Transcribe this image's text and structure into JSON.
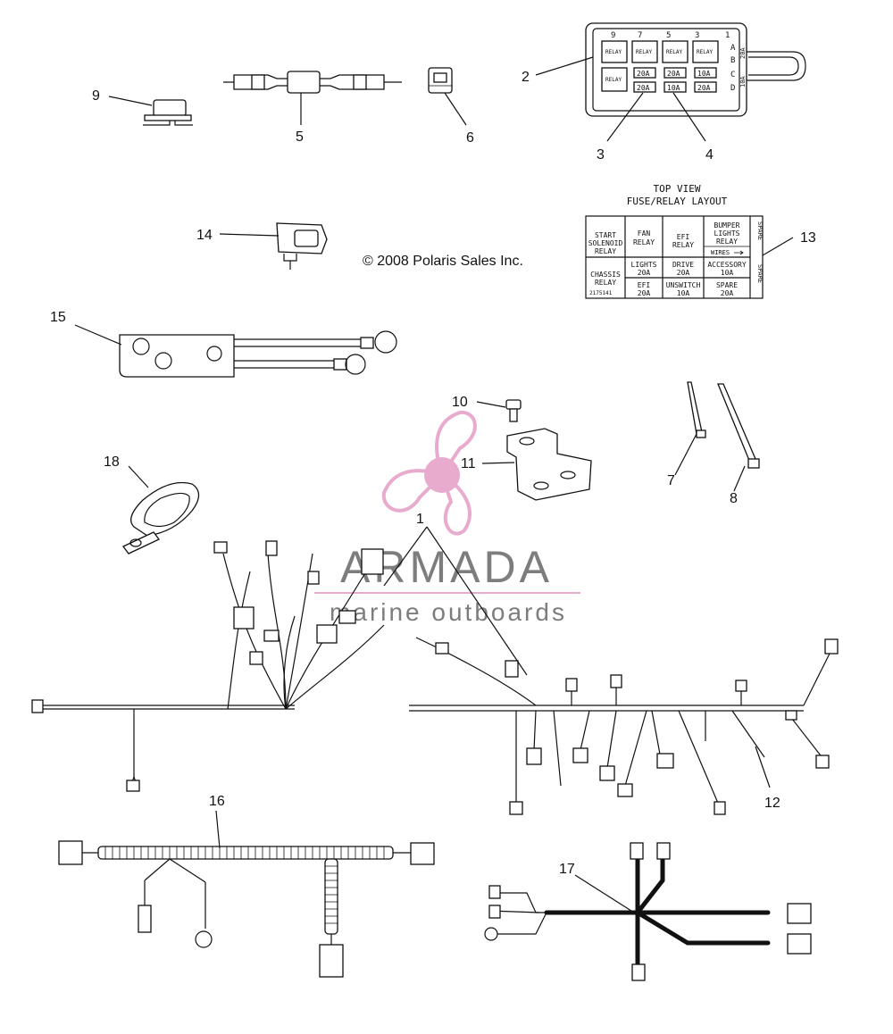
{
  "copyright": "© 2008 Polaris Sales Inc.",
  "watermark": {
    "brand": "ARMADA",
    "tagline": "marine outboards",
    "accent_color": "#e7a3c8",
    "brand_color": "#6f6f6f"
  },
  "callouts": [
    "1",
    "2",
    "3",
    "4",
    "5",
    "6",
    "7",
    "8",
    "9",
    "10",
    "11",
    "12",
    "13",
    "14",
    "15",
    "16",
    "17",
    "18"
  ],
  "fuse_box": {
    "top_numbers": [
      "9",
      "7",
      "5",
      "3",
      "1"
    ],
    "row_letters": [
      "A",
      "B",
      "C",
      "D"
    ],
    "relay_label": "RELAY",
    "fuses_row1": [
      "20A",
      "20A",
      "10A"
    ],
    "fuses_row2": [
      "20A",
      "10A",
      "20A"
    ],
    "side_labels": [
      "20A",
      "10A"
    ]
  },
  "layout_table": {
    "title1": "TOP VIEW",
    "title2": "FUSE/RELAY LAYOUT",
    "start": [
      "START",
      "SOLENOID",
      "RELAY"
    ],
    "fan": [
      "FAN",
      "RELAY"
    ],
    "efi": [
      "EFI",
      "RELAY"
    ],
    "bumper": [
      "BUMPER",
      "LIGHTS",
      "RELAY"
    ],
    "wires": "WIRES",
    "spare_side": "SPARE",
    "chassis": [
      "CHASSIS",
      "RELAY"
    ],
    "part_no": "2175141",
    "lights": [
      "LIGHTS",
      "20A"
    ],
    "drive": [
      "DRIVE",
      "20A"
    ],
    "accessory": [
      "ACCESSORY",
      "10A"
    ],
    "efi_fuse": [
      "EFI",
      "20A"
    ],
    "unswitch": [
      "UNSWITCH",
      "10A"
    ],
    "spare_fuse": [
      "SPARE",
      "20A"
    ]
  }
}
